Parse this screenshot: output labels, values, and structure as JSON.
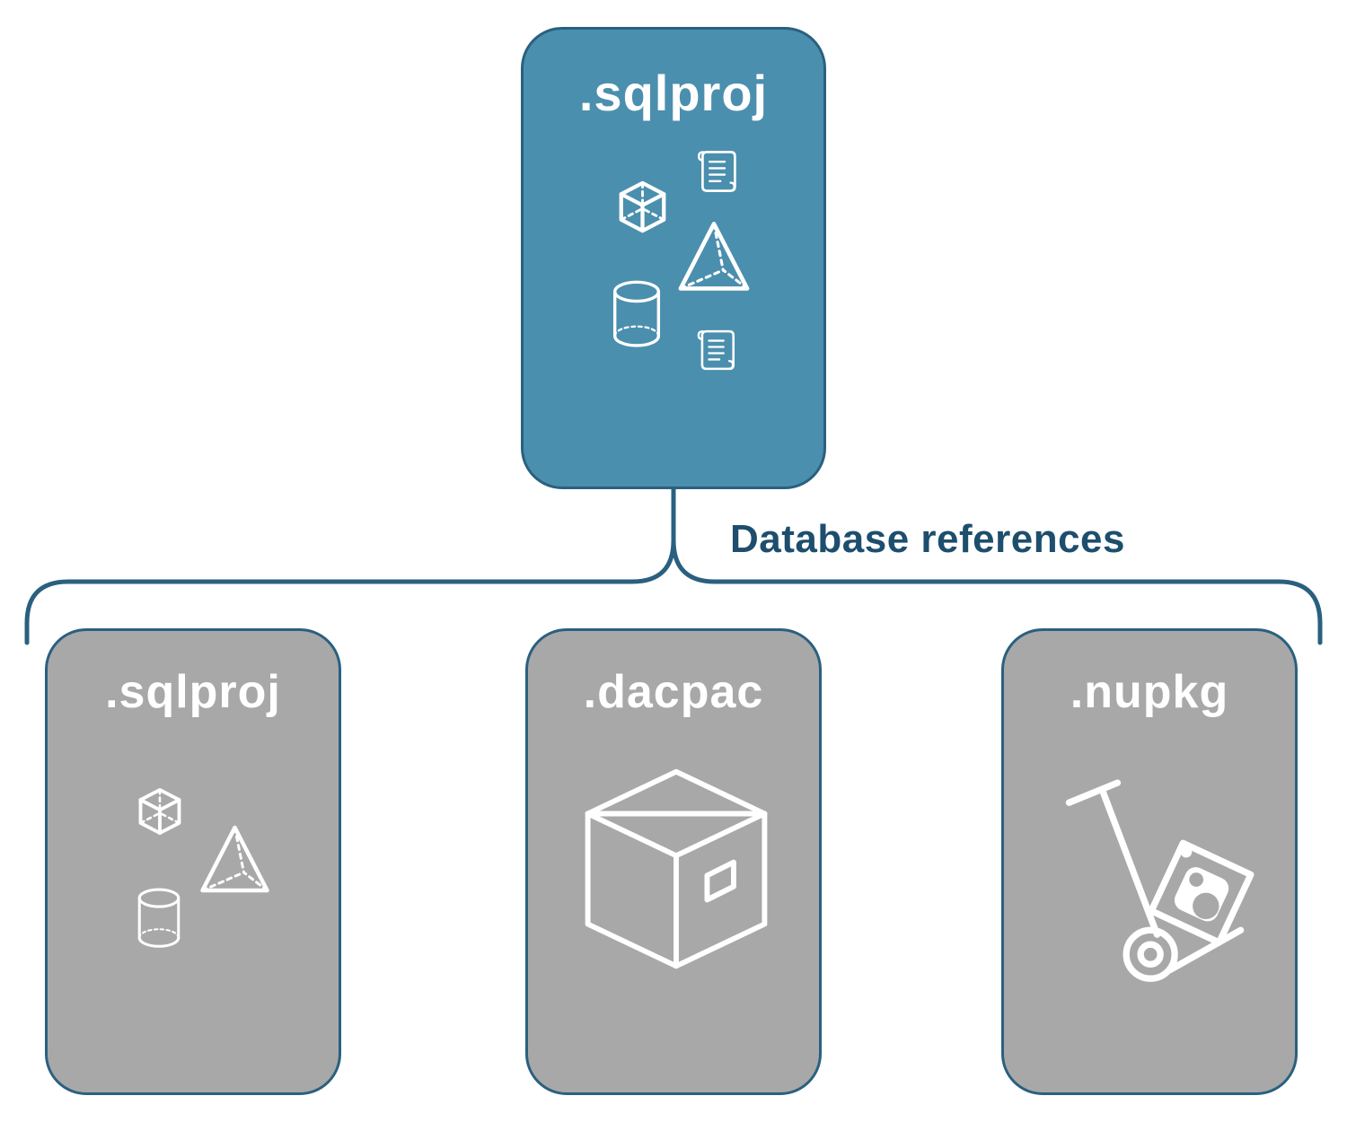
{
  "diagram": {
    "root": {
      "label": ".sqlproj",
      "icons": [
        "cube-icon",
        "script-scroll-icon",
        "pyramid-icon",
        "database-cylinder-icon",
        "script-scroll-icon"
      ]
    },
    "relation_label": "Database references",
    "children": [
      {
        "id": "sqlproj",
        "label": ".sqlproj",
        "icons": [
          "cube-icon",
          "pyramid-icon",
          "database-cylinder-icon"
        ]
      },
      {
        "id": "dacpac",
        "label": ".dacpac",
        "icons": [
          "package-box-icon"
        ]
      },
      {
        "id": "nupkg",
        "label": ".nupkg",
        "icons": [
          "hand-truck-package-icon"
        ]
      }
    ],
    "colors": {
      "root_fill": "#4b8fae",
      "child_fill": "#a8a8a8",
      "border": "#2a607f",
      "label_text": "#ffffff",
      "relation_text": "#1d4e6d"
    }
  }
}
